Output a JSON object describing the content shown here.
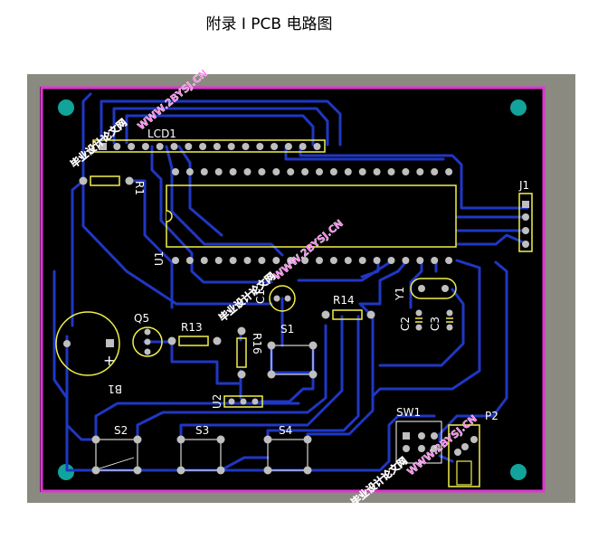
{
  "caption": "附录 I PCB 电路图",
  "colors": {
    "frame": "#8a8a80",
    "board": "#000000",
    "outline": "#e233d6",
    "trace": "#1f37c4",
    "silk": "#ffffff",
    "pad": "#bfbfbf",
    "silk_yellow": "#f2f04a",
    "mount_hole": "#12a39a"
  },
  "components": {
    "lcd": "LCD1",
    "r1": "R1",
    "u1": "U1",
    "j1": "J1",
    "y1": "Y1",
    "r14": "R14",
    "c1": "C1",
    "c2": "C2",
    "c3": "C3",
    "q5": "Q5",
    "r13": "R13",
    "r16": "R16",
    "s1": "S1",
    "u2": "U2",
    "b1": "B1",
    "b1_plus": "+",
    "s2": "S2",
    "s3": "S3",
    "s4": "S4",
    "sw1": "SW1",
    "p2": "P2"
  },
  "watermarks": {
    "url": "WWW.2BYSJ.CN",
    "cn": "毕业设计论文网"
  }
}
